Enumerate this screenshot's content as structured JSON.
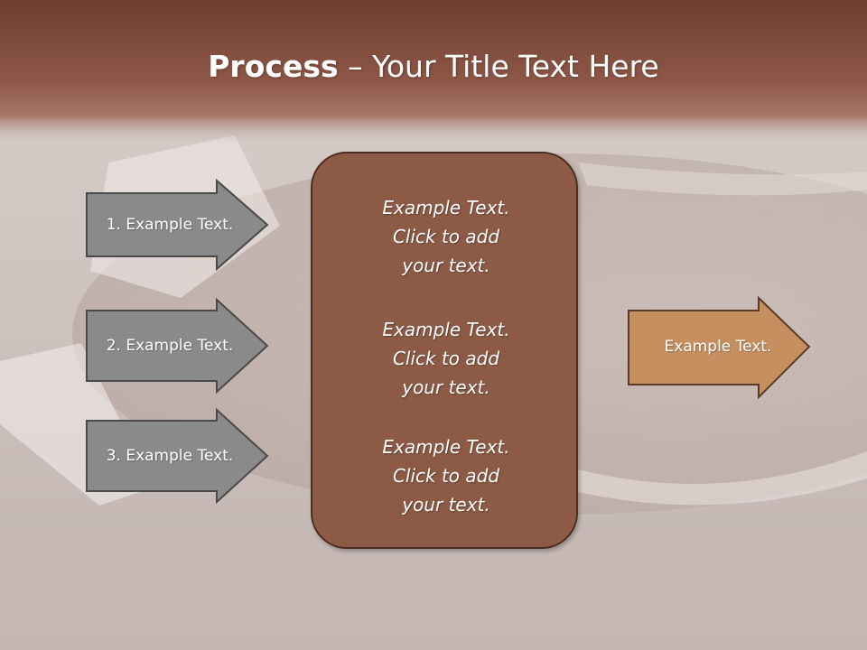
{
  "slide": {
    "title_bold": "Process",
    "title_rest": " – Your Title Text Here"
  },
  "left_arrows": [
    {
      "label": "1. Example Text."
    },
    {
      "label": "2. Example Text."
    },
    {
      "label": "3. Example Text."
    }
  ],
  "center_box": {
    "blocks": [
      {
        "line1": "Example Text.",
        "line2": "Click  to add",
        "line3": "your text."
      },
      {
        "line1": "Example Text.",
        "line2": "Click  to add",
        "line3": "your text."
      },
      {
        "line1": "Example Text.",
        "line2": "Click  to add",
        "line3": "your text."
      }
    ]
  },
  "right_arrow": {
    "label": "Example Text."
  },
  "colors": {
    "title_bar": "#7a4a3a",
    "left_arrow_fill": "#8a8a8a",
    "center_box_fill": "#8c5a45",
    "right_arrow_fill": "#c58f60"
  }
}
